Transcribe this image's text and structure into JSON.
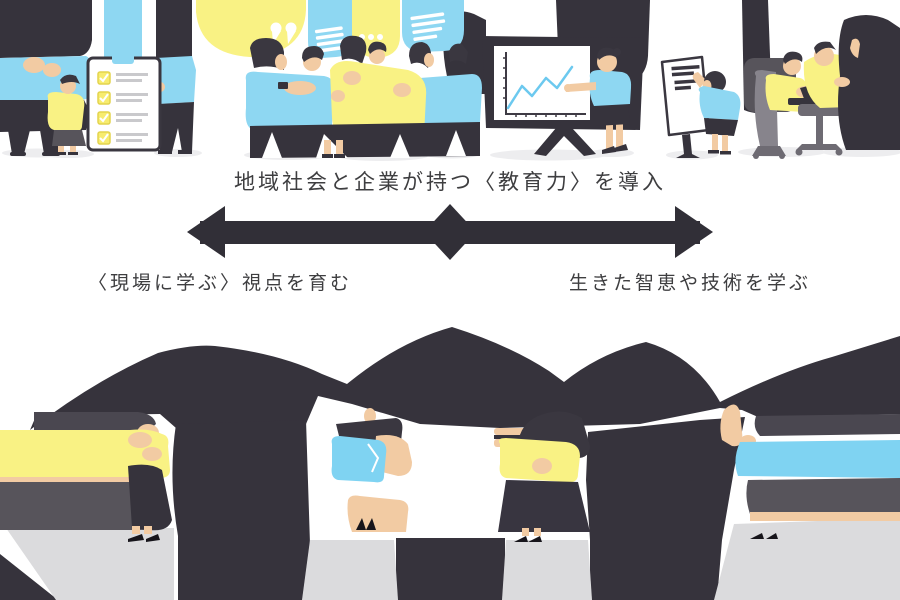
{
  "figure": {
    "top_caption": "地域社会と企業が持つ〈教育力〉を導入",
    "left_branch_label": "〈現場に学ぶ〉視点を育む",
    "right_branch_label": "生きた智恵や技術を学ぶ"
  },
  "colors": {
    "ink": "#36333C",
    "hair_dark": "#3A3740",
    "hair_gray": "#4A4750",
    "accent_yellow": "#F9F284",
    "accent_blue": "#8ED7F2",
    "skin": "#F2CBA3",
    "gray_skirt": "#57545B",
    "floor_gray": "#DBDBDD",
    "shadow_gray": "#EDEDEF",
    "text": "#3E3E40",
    "chart_line_blue": "#6CC9EF"
  },
  "illustration": {
    "top_scene_icons": [
      "speech-bubble-quote",
      "speech-bubble-lines",
      "speech-bubble-dots",
      "checklist-clipboard",
      "presentation-line-chart-screen",
      "flipchart",
      "office-chairs",
      "business-people-group"
    ],
    "bottom_scene_icons": [
      "dark-hill-silhouettes",
      "standing-workers-group"
    ]
  }
}
